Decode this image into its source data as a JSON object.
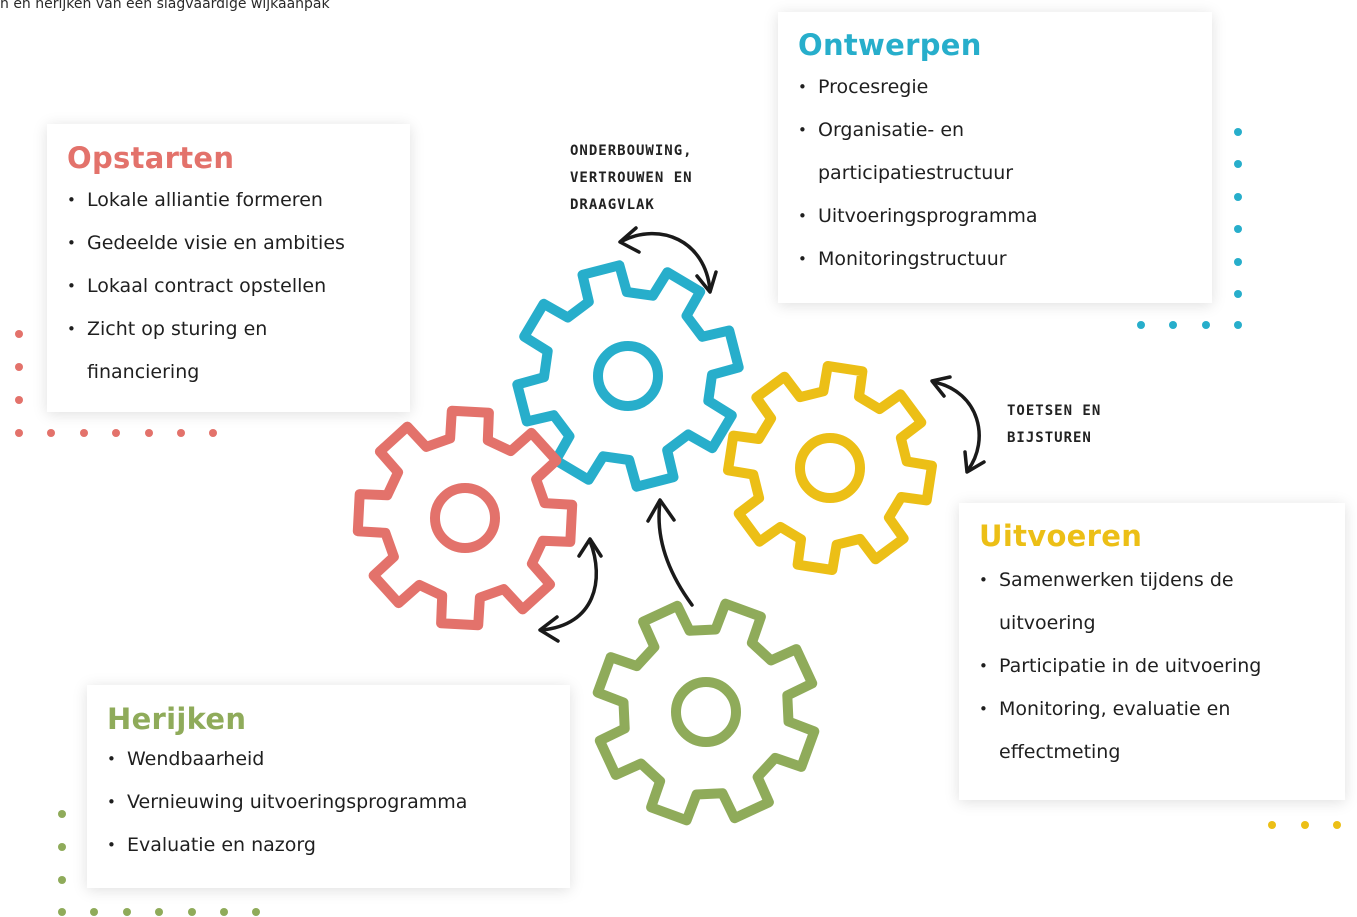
{
  "caption": "n en herijken van een slagvaardige wijkaanpak",
  "colors": {
    "opstarten": "#e3726b",
    "ontwerpen": "#27aecb",
    "uitvoeren": "#ecbf16",
    "herijken": "#8fab5a",
    "arrow": "#1a1a1a"
  },
  "cards": {
    "opstarten": {
      "title": "Opstarten",
      "items": [
        "Lokale alliantie formeren",
        "Gedeelde visie en ambities",
        "Lokaal contract opstellen",
        "Zicht op sturing en financiering"
      ]
    },
    "ontwerpen": {
      "title": "Ontwerpen",
      "items": [
        "Procesregie",
        "Organisatie- en participatiestructuur",
        "Uitvoeringsprogramma",
        "Monitoringstructuur"
      ]
    },
    "uitvoeren": {
      "title": "Uitvoeren",
      "items": [
        "Samenwerken tijdens de uitvoering",
        "Participatie in de uitvoering",
        "Monitoring, evaluatie en effectmeting"
      ]
    },
    "herijken": {
      "title": "Herijken",
      "items": [
        "Wendbaarheid",
        "Vernieuwing uitvoeringsprogramma",
        "Evaluatie en nazorg"
      ]
    }
  },
  "notes": {
    "top": "Onderbouwing, vertrouwen en draagvlak",
    "right": "Toetsen en bijsturen"
  },
  "icons": {
    "gears": [
      "gear-icon",
      "gear-icon",
      "gear-icon",
      "gear-icon"
    ],
    "arrows": [
      "curved-double-arrow-icon",
      "curved-arrow-icon"
    ]
  }
}
